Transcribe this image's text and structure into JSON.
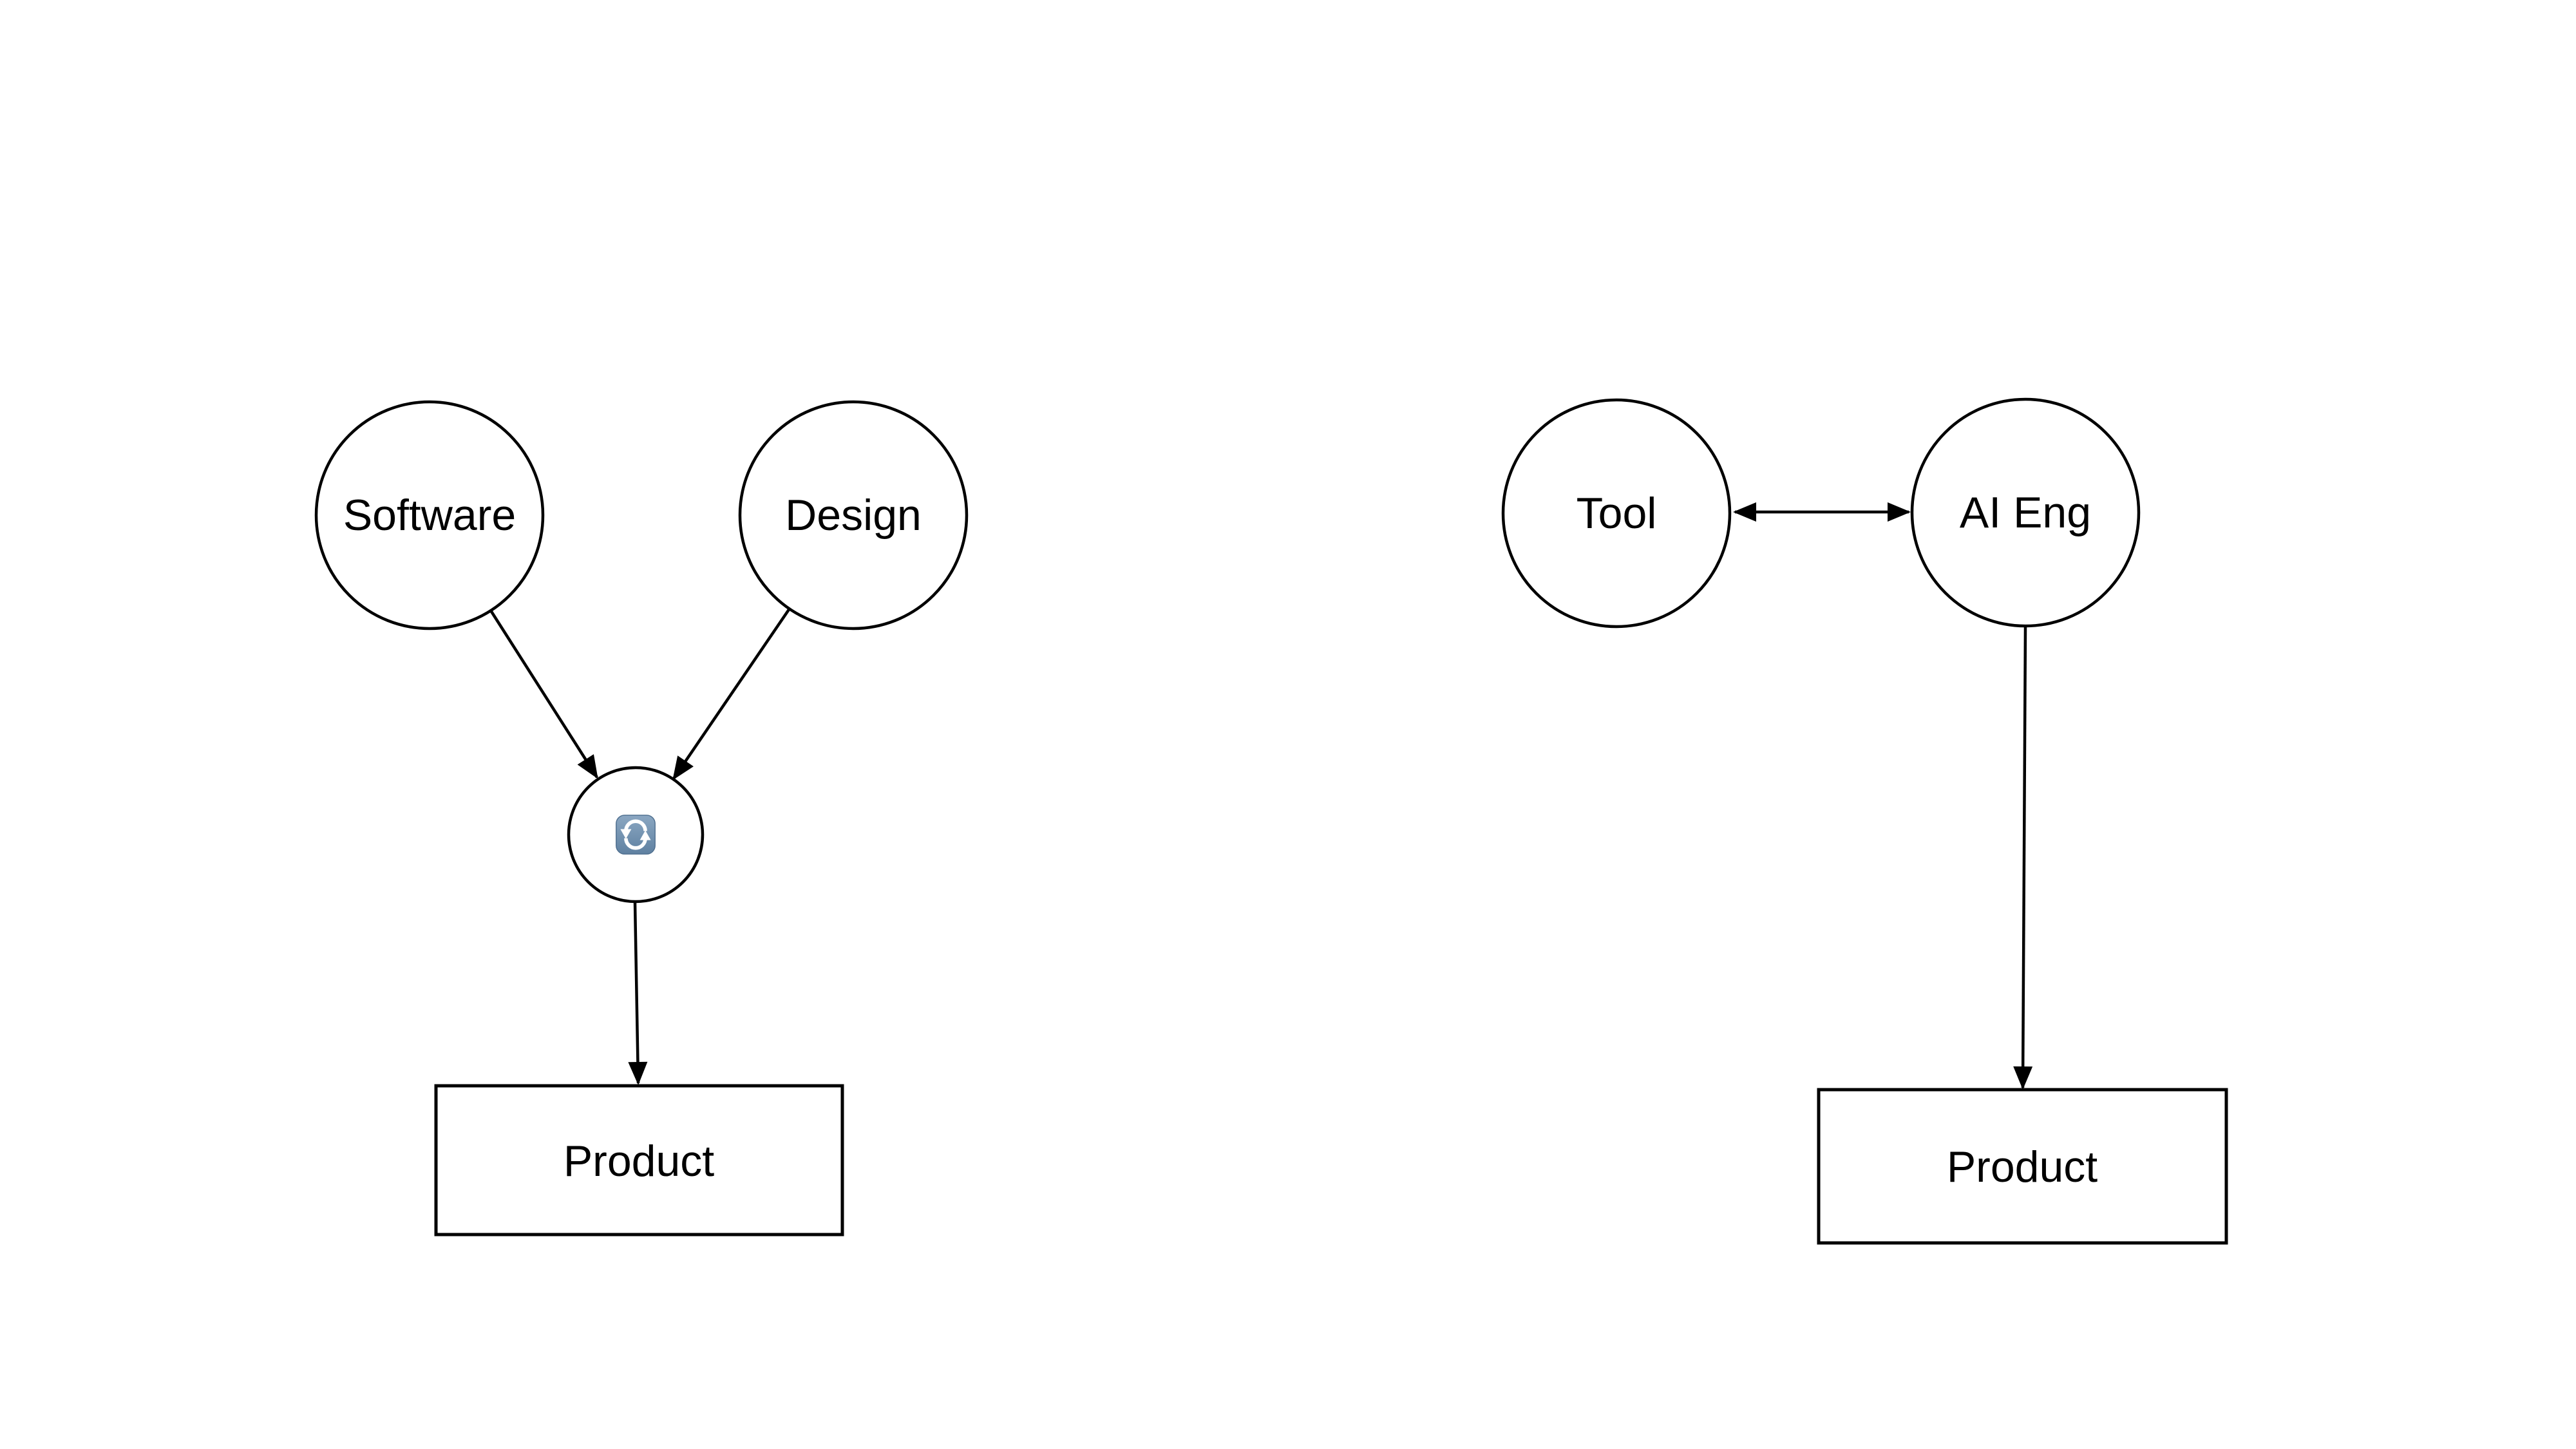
{
  "canvas": {
    "background": "#ffffff",
    "stroke_color": "#000000"
  },
  "diagrams": {
    "left": {
      "nodes": [
        {
          "id": "software",
          "shape": "circle",
          "label": "Software"
        },
        {
          "id": "design",
          "shape": "circle",
          "label": "Design"
        },
        {
          "id": "sync",
          "shape": "circle",
          "label": "",
          "icon": "counterclockwise-arrows-icon",
          "emoji": "🔄"
        },
        {
          "id": "product",
          "shape": "rect",
          "label": "Product"
        }
      ],
      "edges": [
        {
          "from": "software",
          "to": "sync",
          "type": "arrow"
        },
        {
          "from": "design",
          "to": "sync",
          "type": "arrow"
        },
        {
          "from": "sync",
          "to": "product",
          "type": "arrow"
        }
      ]
    },
    "right": {
      "nodes": [
        {
          "id": "tool",
          "shape": "circle",
          "label": "Tool"
        },
        {
          "id": "ai_eng",
          "shape": "circle",
          "label": "AI Eng"
        },
        {
          "id": "product",
          "shape": "rect",
          "label": "Product"
        }
      ],
      "edges": [
        {
          "from": "tool",
          "to": "ai_eng",
          "type": "double-arrow"
        },
        {
          "from": "ai_eng",
          "to": "product",
          "type": "arrow"
        }
      ]
    }
  },
  "icon_colors": {
    "square_top": "#8ba7c2",
    "square_bottom": "#5f81a1",
    "square_edge": "#4e6e8e",
    "glyph": "#ffffff"
  }
}
